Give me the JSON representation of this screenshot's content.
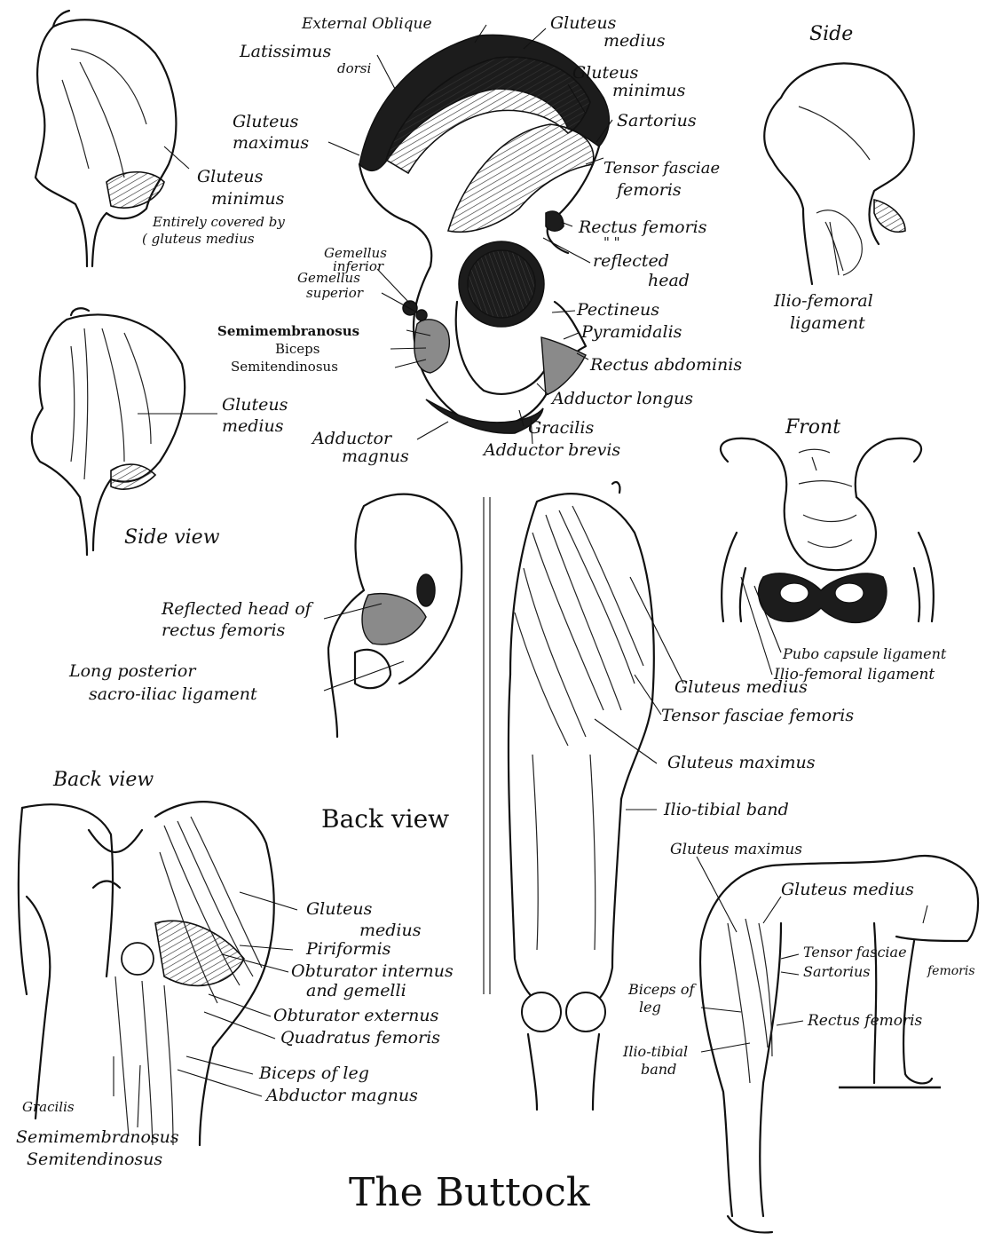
{
  "title": "The Buttock",
  "views": {
    "side_top": "Side",
    "side_left": "Side view",
    "front": "Front",
    "back_left": "Back view",
    "back_center": "Back view"
  },
  "labels": {
    "external_oblique": "External Oblique",
    "gluteus_medius_top": [
      "Gluteus",
      "medius"
    ],
    "latissimus_dorsi": [
      "Latissimus",
      "dorsi"
    ],
    "gluteus_minimus_top": [
      "Gluteus",
      "minimus"
    ],
    "sartorius_top": "Sartorius",
    "gluteus_maximus_top": [
      "Gluteus",
      "maximus"
    ],
    "tensor_fasciae_top": [
      "Tensor fasciae",
      "femoris"
    ],
    "gluteus_minimus_left": [
      "Gluteus",
      "minimus"
    ],
    "entirely_covered": [
      "Entirely covered by",
      "( gluteus medius"
    ],
    "rectus_femoris_reflected": [
      "Rectus femoris",
      "\"          \"",
      "reflected",
      "head"
    ],
    "gemellus_inferior": [
      "Gemellus",
      "inferior"
    ],
    "gemellus_superior": [
      "Gemellus",
      "superior"
    ],
    "semimembranosus_top": "Semimembranosus",
    "biceps_top": "Biceps",
    "semitendinosus_top": "Semitendinosus",
    "pectineus": "Pectineus",
    "pyramidalis": "Pyramidalis",
    "rectus_abdominis": "Rectus abdominis",
    "adductor_longus": "Adductor longus",
    "gracilis_top": "Gracilis",
    "adductor_magnus_top": [
      "Adductor",
      "magnus"
    ],
    "adductor_brevis": "Adductor brevis",
    "gluteus_medius_side": [
      "Gluteus",
      "medius"
    ],
    "ilio_femoral_side": [
      "Ilio-femoral",
      "ligament"
    ],
    "pubo_capsular": "Pubo capsule ligament",
    "ilio_femoral_front": "Ilio-femoral ligament",
    "reflected_head": [
      "Reflected head of",
      "rectus femoris"
    ],
    "long_posterior": [
      "Long posterior",
      "sacro-iliac ligament"
    ],
    "gluteus_medius_center": "Gluteus medius",
    "tensor_fasciae_center": "Tensor fasciae femoris",
    "gluteus_maximus_center": "Gluteus maximus",
    "ilio_tibial_center": "Ilio-tibial band",
    "gluteus_medius_back": [
      "Gluteus",
      "medius"
    ],
    "piriformis": "Piriformis",
    "obturator_internus": [
      "Obturator internus",
      "and gemelli"
    ],
    "obturator_externus": "Obturator externus",
    "quadratus_femoris": "Quadratus femoris",
    "biceps_of_leg_back": "Biceps of leg",
    "abductor_magnus": "Abductor magnus",
    "gracilis_back": "Gracilis",
    "semimembranosus_back": "Semimembranosus",
    "semitendinosus_back": "Semitendinosus",
    "gluteus_maximus_right": "Gluteus maximus",
    "gluteus_medius_right": "Gluteus medius",
    "tensor_fasciae_right": [
      "Tensor fasciae",
      "femoris"
    ],
    "sartorius_right": "Sartorius",
    "biceps_of_leg_right": [
      "Biceps of",
      "leg"
    ],
    "rectus_femoris_right": "Rectus femoris",
    "ilio_tibial_right": [
      "Ilio-tibial",
      "band"
    ]
  }
}
